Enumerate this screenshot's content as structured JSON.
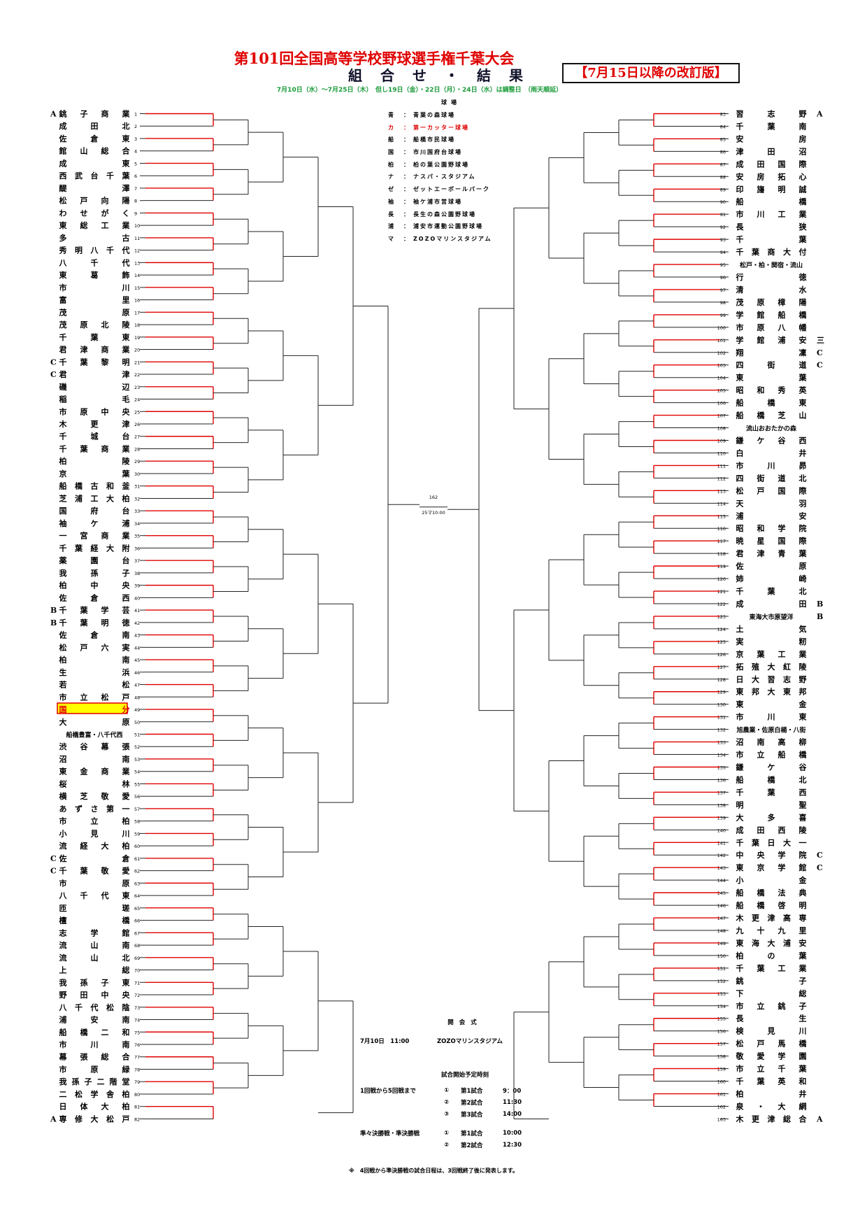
{
  "header": {
    "title": "第101回全国高等学校野球選手権千葉大会",
    "subtitle": "組合せ・結果",
    "revised_label": "【7月15日以降の改訂版】",
    "dates": "7月10日（水）～7月25日（木）　但し19日（金）・22日（月）・24日（水）は調整日　（雨天順延）"
  },
  "venues": {
    "title": "球場",
    "list": [
      {
        "key": "青",
        "name": "青葉の森球場"
      },
      {
        "key": "カ",
        "name": "第一カッター球場",
        "red": true
      },
      {
        "key": "船",
        "name": "船橋市民球場"
      },
      {
        "key": "国",
        "name": "市川国府台球場"
      },
      {
        "key": "柏",
        "name": "柏の葉公園野球場"
      },
      {
        "key": "ナ",
        "name": "ナスパ・スタジアム"
      },
      {
        "key": "ゼ",
        "name": "ゼットエーボールパーク"
      },
      {
        "key": "袖",
        "name": "袖ケ浦市営球場"
      },
      {
        "key": "長",
        "name": "長生の森公園野球場"
      },
      {
        "key": "浦",
        "name": "浦安市運動公園野球場"
      },
      {
        "key": "マ",
        "name": "ZOZOマリンスタジアム"
      }
    ]
  },
  "ceremony": {
    "title": "開会式",
    "date": "7月10日　11:00",
    "venue": "ZOZOマリンスタジアム"
  },
  "schedule": {
    "title": "試合開始予定時刻",
    "groups": [
      {
        "label": "1回戦から5回戦まで",
        "rows": [
          {
            "mark": "①",
            "game": "第1試合",
            "time": "9：00"
          },
          {
            "mark": "②",
            "game": "第2試合",
            "time": "11:30"
          },
          {
            "mark": "③",
            "game": "第3試合",
            "time": "14:00"
          }
        ]
      },
      {
        "label": "準々決勝戦・準決勝戦",
        "rows": [
          {
            "mark": "①",
            "game": "第1試合",
            "time": "10:00"
          },
          {
            "mark": "②",
            "game": "第2試合",
            "time": "12:30"
          }
        ]
      }
    ]
  },
  "final": {
    "number": "162",
    "schedule": "25マ10:00"
  },
  "note": "※　4回戦から準決勝戦の試合日程は、3回戦終了後に発表します。",
  "left_teams": [
    {
      "n": 1,
      "name": "銚子商業",
      "seed": "A"
    },
    {
      "n": 2,
      "name": "成田北"
    },
    {
      "n": 3,
      "name": "佐倉東"
    },
    {
      "n": 4,
      "name": "館山総合"
    },
    {
      "n": 5,
      "name": "成東"
    },
    {
      "n": 6,
      "name": "西武台千葉"
    },
    {
      "n": 7,
      "name": "醍澤"
    },
    {
      "n": 8,
      "name": "松戸向陽"
    },
    {
      "n": 9,
      "name": "わせがく"
    },
    {
      "n": 10,
      "name": "東総工業"
    },
    {
      "n": 11,
      "name": "多古"
    },
    {
      "n": 12,
      "name": "秀明八千代"
    },
    {
      "n": 13,
      "name": "八千代"
    },
    {
      "n": 14,
      "name": "東葛飾"
    },
    {
      "n": 15,
      "name": "市川"
    },
    {
      "n": 16,
      "name": "富里"
    },
    {
      "n": 17,
      "name": "茂原"
    },
    {
      "n": 18,
      "name": "茂原北陵"
    },
    {
      "n": 19,
      "name": "千葉東"
    },
    {
      "n": 20,
      "name": "君津商業"
    },
    {
      "n": 21,
      "name": "千葉黎明",
      "seed": "C"
    },
    {
      "n": 22,
      "name": "君津",
      "seed": "C"
    },
    {
      "n": 23,
      "name": "磯辺"
    },
    {
      "n": 24,
      "name": "稲毛"
    },
    {
      "n": 25,
      "name": "市原中央"
    },
    {
      "n": 26,
      "name": "木更津"
    },
    {
      "n": 27,
      "name": "千城台"
    },
    {
      "n": 28,
      "name": "千葉商業"
    },
    {
      "n": 29,
      "name": "柏陵"
    },
    {
      "n": 30,
      "name": "京葉"
    },
    {
      "n": 31,
      "name": "船橋古和釜"
    },
    {
      "n": 32,
      "name": "芝浦工大柏"
    },
    {
      "n": 33,
      "name": "国府台"
    },
    {
      "n": 34,
      "name": "袖ケ浦"
    },
    {
      "n": 35,
      "name": "一宮商業"
    },
    {
      "n": 36,
      "name": "千葉経大附"
    },
    {
      "n": 37,
      "name": "薬園台"
    },
    {
      "n": 38,
      "name": "我孫子"
    },
    {
      "n": 39,
      "name": "柏中央"
    },
    {
      "n": 40,
      "name": "佐倉西"
    },
    {
      "n": 41,
      "name": "千葉学芸",
      "seed": "B"
    },
    {
      "n": 42,
      "name": "千葉明徳",
      "seed": "B"
    },
    {
      "n": 43,
      "name": "佐倉南"
    },
    {
      "n": 44,
      "name": "松戸六実"
    },
    {
      "n": 45,
      "name": "柏南"
    },
    {
      "n": 46,
      "name": "生浜"
    },
    {
      "n": 47,
      "name": "若松"
    },
    {
      "n": 48,
      "name": "市立松戸"
    },
    {
      "n": 49,
      "name": "国分",
      "highlight": true
    },
    {
      "n": 50,
      "name": "大原"
    },
    {
      "n": 51,
      "name": "船橋豊富・八千代西"
    },
    {
      "n": 52,
      "name": "渋谷幕張"
    },
    {
      "n": 53,
      "name": "沼南"
    },
    {
      "n": 54,
      "name": "東金商業"
    },
    {
      "n": 55,
      "name": "桜林"
    },
    {
      "n": 56,
      "name": "横芝敬愛"
    },
    {
      "n": 57,
      "name": "あずさ第一"
    },
    {
      "n": 58,
      "name": "市立柏"
    },
    {
      "n": 59,
      "name": "小見川"
    },
    {
      "n": 60,
      "name": "流経大柏"
    },
    {
      "n": 61,
      "name": "佐倉",
      "seed": "C"
    },
    {
      "n": 62,
      "name": "千葉敬愛",
      "seed": "C"
    },
    {
      "n": 63,
      "name": "市原"
    },
    {
      "n": 64,
      "name": "八千代東"
    },
    {
      "n": 65,
      "name": "匝瑳"
    },
    {
      "n": 66,
      "name": "檀橋"
    },
    {
      "n": 67,
      "name": "志学館"
    },
    {
      "n": 68,
      "name": "流山南"
    },
    {
      "n": 69,
      "name": "流山北"
    },
    {
      "n": 70,
      "name": "上総"
    },
    {
      "n": 71,
      "name": "我孫子東"
    },
    {
      "n": 72,
      "name": "野田中央"
    },
    {
      "n": 73,
      "name": "八千代松陰"
    },
    {
      "n": 74,
      "name": "浦安南"
    },
    {
      "n": 75,
      "name": "船橋二和"
    },
    {
      "n": 76,
      "name": "市川南"
    },
    {
      "n": 77,
      "name": "幕張総合"
    },
    {
      "n": 78,
      "name": "市原緑"
    },
    {
      "n": 79,
      "name": "我孫子二階堂"
    },
    {
      "n": 80,
      "name": "二松学舎柏"
    },
    {
      "n": 81,
      "name": "日体大柏"
    },
    {
      "n": 82,
      "name": "専修大松戸",
      "seed": "A"
    }
  ],
  "right_teams": [
    {
      "n": 83,
      "name": "習志野",
      "seed": "A"
    },
    {
      "n": 84,
      "name": "千葉南"
    },
    {
      "n": 85,
      "name": "安房"
    },
    {
      "n": 86,
      "name": "津田沼"
    },
    {
      "n": 87,
      "name": "成田国際"
    },
    {
      "n": 88,
      "name": "安房拓心"
    },
    {
      "n": 89,
      "name": "印旛明誠"
    },
    {
      "n": 90,
      "name": "船橋"
    },
    {
      "n": 91,
      "name": "市川工業"
    },
    {
      "n": 92,
      "name": "長狭"
    },
    {
      "n": 93,
      "name": "千葉"
    },
    {
      "n": 94,
      "name": "千葉商大付"
    },
    {
      "n": 95,
      "name": "松戸・柏・関宿・流山"
    },
    {
      "n": 96,
      "name": "行徳"
    },
    {
      "n": 97,
      "name": "清水"
    },
    {
      "n": 98,
      "name": "茂原樟陽"
    },
    {
      "n": 99,
      "name": "学館船橋"
    },
    {
      "n": 100,
      "name": "市原八幡"
    },
    {
      "n": 101,
      "name": "学館浦安",
      "seed": "三"
    },
    {
      "n": 102,
      "name": "翔凜",
      "seed": "C"
    },
    {
      "n": 103,
      "name": "四街道",
      "seed": "C"
    },
    {
      "n": 104,
      "name": "東葉"
    },
    {
      "n": 105,
      "name": "昭和秀英"
    },
    {
      "n": 106,
      "name": "船橋東"
    },
    {
      "n": 107,
      "name": "船橋芝山"
    },
    {
      "n": 108,
      "name": "流山おおたかの森"
    },
    {
      "n": 109,
      "name": "鎌ケ谷西"
    },
    {
      "n": 110,
      "name": "白井"
    },
    {
      "n": 111,
      "name": "市川昴"
    },
    {
      "n": 112,
      "name": "四街道北"
    },
    {
      "n": 113,
      "name": "松戸国際"
    },
    {
      "n": 114,
      "name": "天羽"
    },
    {
      "n": 115,
      "name": "浦安"
    },
    {
      "n": 116,
      "name": "昭和学院"
    },
    {
      "n": 117,
      "name": "暁星国際"
    },
    {
      "n": 118,
      "name": "君津青葉"
    },
    {
      "n": 119,
      "name": "佐原"
    },
    {
      "n": 120,
      "name": "姉崎"
    },
    {
      "n": 121,
      "name": "千葉北"
    },
    {
      "n": 122,
      "name": "成田",
      "seed": "B"
    },
    {
      "n": 123,
      "name": "東海大市原望洋",
      "seed": "B"
    },
    {
      "n": 124,
      "name": "土気"
    },
    {
      "n": 125,
      "name": "実籾"
    },
    {
      "n": 126,
      "name": "京葉工業"
    },
    {
      "n": 127,
      "name": "拓殖大紅陵"
    },
    {
      "n": 128,
      "name": "日大習志野"
    },
    {
      "n": 129,
      "name": "東邦大東邦"
    },
    {
      "n": 130,
      "name": "東金"
    },
    {
      "n": 131,
      "name": "市川東"
    },
    {
      "n": 132,
      "name": "旭農業・佐原白楊・八街"
    },
    {
      "n": 133,
      "name": "沼南高柳"
    },
    {
      "n": 134,
      "name": "市立船橋"
    },
    {
      "n": 135,
      "name": "鎌ケ谷"
    },
    {
      "n": 136,
      "name": "船橋北"
    },
    {
      "n": 137,
      "name": "千葉西"
    },
    {
      "n": 138,
      "name": "明聖"
    },
    {
      "n": 139,
      "name": "大多喜"
    },
    {
      "n": 140,
      "name": "成田西陵"
    },
    {
      "n": 141,
      "name": "千葉日大一"
    },
    {
      "n": 142,
      "name": "中央学院",
      "seed": "C"
    },
    {
      "n": 143,
      "name": "東京学館",
      "seed": "C"
    },
    {
      "n": 144,
      "name": "小金"
    },
    {
      "n": 145,
      "name": "船橋法典"
    },
    {
      "n": 146,
      "name": "船橋啓明"
    },
    {
      "n": 147,
      "name": "木更津高専"
    },
    {
      "n": 148,
      "name": "九十九里"
    },
    {
      "n": 149,
      "name": "東海大浦安"
    },
    {
      "n": 150,
      "name": "柏の葉"
    },
    {
      "n": 151,
      "name": "千葉工業"
    },
    {
      "n": 152,
      "name": "銚子"
    },
    {
      "n": 153,
      "name": "下総"
    },
    {
      "n": 154,
      "name": "市立銚子"
    },
    {
      "n": 155,
      "name": "長生"
    },
    {
      "n": 156,
      "name": "検見川"
    },
    {
      "n": 157,
      "name": "松戸馬橋"
    },
    {
      "n": 158,
      "name": "敬愛学園"
    },
    {
      "n": 159,
      "name": "市立千葉"
    },
    {
      "n": 160,
      "name": "千葉英和"
    },
    {
      "n": 161,
      "name": "柏井"
    },
    {
      "n": 162,
      "name": "泉・大網"
    },
    {
      "n": 163,
      "name": "木更津総合",
      "seed": "A"
    }
  ],
  "colors": {
    "red": "#e00000",
    "green": "#1a9b3a",
    "highlight": "#ffff00"
  }
}
